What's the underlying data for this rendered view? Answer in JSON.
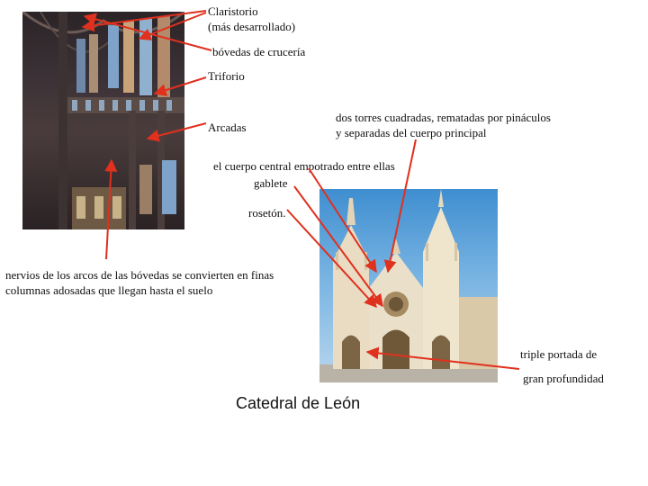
{
  "labels": {
    "claristorio_line1": "Claristorio",
    "claristorio_line2": "(más desarrollado)",
    "bovedas": "bóvedas de crucería",
    "triforio": "Triforio",
    "arcadas": "Arcadas",
    "torres_line1": "dos torres cuadradas, rematadas por pináculos",
    "torres_line2": "y separadas del cuerpo principal",
    "cuerpo_central": "el cuerpo central empotrado entre ellas",
    "gablete": "gablete",
    "roseton": "rosetón.",
    "nervios_line1": "nervios de los arcos de las bóvedas se convierten en finas",
    "nervios_line2": "columnas adosadas que llegan hasta el suelo",
    "portada_line1": "triple portada de",
    "portada_line2": "gran profundidad"
  },
  "caption": "Catedral de León",
  "colors": {
    "arrow": "#e0301e",
    "text": "#111111"
  }
}
